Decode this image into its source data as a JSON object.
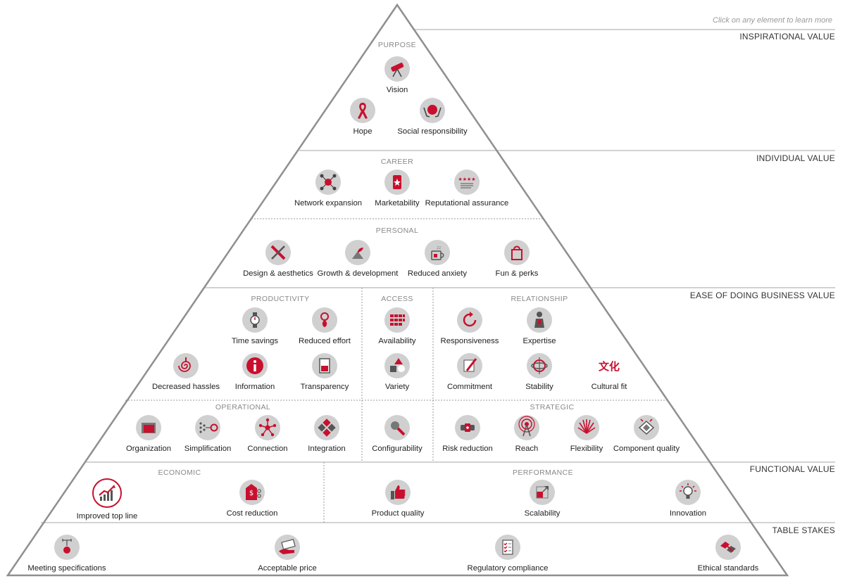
{
  "hint": "Click on any element to learn more",
  "tiers": {
    "inspirational": "INSPIRATIONAL VALUE",
    "individual": "INDIVIDUAL VALUE",
    "ease": "EASE OF DOING BUSINESS VALUE",
    "functional": "FUNCTIONAL VALUE",
    "table_stakes": "TABLE STAKES"
  },
  "categories": {
    "purpose": "PURPOSE",
    "career": "CAREER",
    "personal": "PERSONAL",
    "productivity": "PRODUCTIVITY",
    "access": "ACCESS",
    "relationship": "RELATIONSHIP",
    "operational": "OPERATIONAL",
    "strategic": "STRATEGIC",
    "economic": "ECONOMIC",
    "performance": "PERFORMANCE"
  },
  "elements": {
    "vision": "Vision",
    "hope": "Hope",
    "social_responsibility": "Social responsibility",
    "network_expansion": "Network expansion",
    "marketability": "Marketability",
    "reputational_assurance": "Reputational assurance",
    "design_aesthetics": "Design & aesthetics",
    "growth_development": "Growth & development",
    "reduced_anxiety": "Reduced anxiety",
    "fun_perks": "Fun & perks",
    "time_savings": "Time savings",
    "reduced_effort": "Reduced effort",
    "decreased_hassles": "Decreased hassles",
    "information": "Information",
    "transparency": "Transparency",
    "availability": "Availability",
    "variety": "Variety",
    "configurability": "Configurability",
    "responsiveness": "Responsiveness",
    "expertise": "Expertise",
    "commitment": "Commitment",
    "stability": "Stability",
    "cultural_fit": "Cultural fit",
    "cultural_fit_glyph": "文化",
    "organization": "Organization",
    "simplification": "Simplification",
    "connection": "Connection",
    "integration": "Integration",
    "risk_reduction": "Risk reduction",
    "reach": "Reach",
    "flexibility": "Flexibility",
    "component_quality": "Component quality",
    "improved_top_line": "Improved top line",
    "cost_reduction": "Cost reduction",
    "product_quality": "Product quality",
    "scalability": "Scalability",
    "innovation": "Innovation",
    "meeting_specifications": "Meeting specifications",
    "acceptable_price": "Acceptable price",
    "regulatory_compliance": "Regulatory compliance",
    "ethical_standards": "Ethical standards"
  },
  "colors": {
    "accent": "#c8102e",
    "icon_bg": "#d0d0d0",
    "line": "#b5b5b5",
    "text": "#222222"
  }
}
